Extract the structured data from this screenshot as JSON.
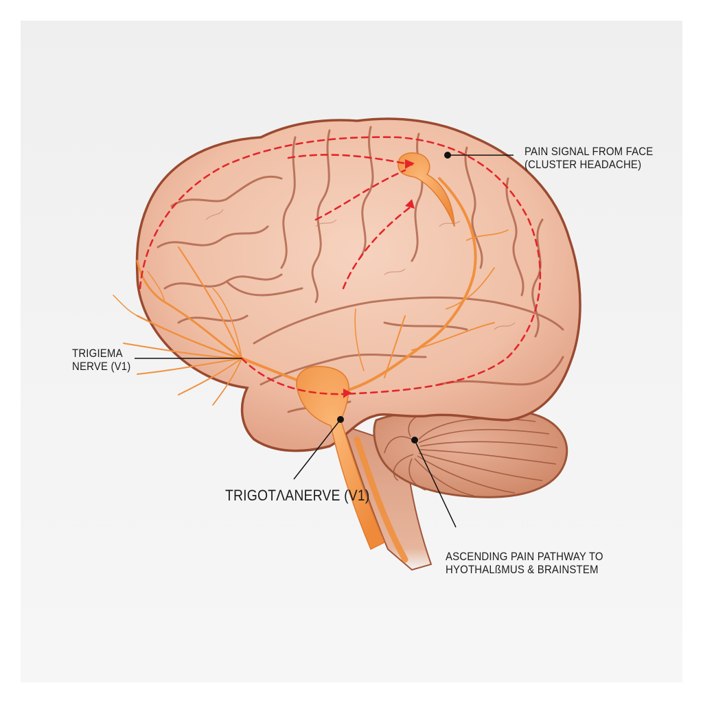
{
  "diagram": {
    "subject": "Brain – cluster headache trigeminal pain pathway",
    "colors": {
      "background_outer": "#ffffff",
      "background_panel": "#f1f1f1",
      "brain_fill": "#f1c3ab",
      "brain_outline": "#9a4a30",
      "sulci": "#a85a40",
      "cerebellum_fill": "#d9967a",
      "cerebellum_lines": "#9c5438",
      "nerve": "#f0903e",
      "ganglion": "#f59a4c",
      "pathway_dashes": "#e3262a",
      "leader_line": "#111111",
      "label_text": "#1c1c1c"
    },
    "labels": {
      "pain_signal": {
        "line1": "PAIN SIGNAL FROM FACE",
        "line2": "(CLUSTER HEADACHE)"
      },
      "trigeminal_left": {
        "line1": "TRIGIEMA",
        "line2": "NERVE (V1)"
      },
      "trigeminal_bottom": {
        "line1": "TRIGOTΛANERVE (V1)"
      },
      "ascending_pathway": {
        "line1": "ASCENDING PAIN PATHWAY TO",
        "line2": "HYOTHALßMUS & BRAINSTEM"
      }
    },
    "pointers": [
      {
        "name": "pain-signal-pointer",
        "dot": [
          652,
          226
        ],
        "line_end": [
          748,
          226
        ]
      },
      {
        "name": "trigeminal-left-pointer",
        "dot": [
          352,
          522
        ],
        "line_end": [
          196,
          522
        ]
      },
      {
        "name": "trigeminal-bottom-pointer",
        "dot": [
          496,
          611
        ],
        "line_end": [
          428,
          698
        ]
      },
      {
        "name": "ascending-pathway-pointer",
        "dot": [
          604,
          641
        ],
        "line_end": [
          664,
          768
        ]
      }
    ]
  }
}
